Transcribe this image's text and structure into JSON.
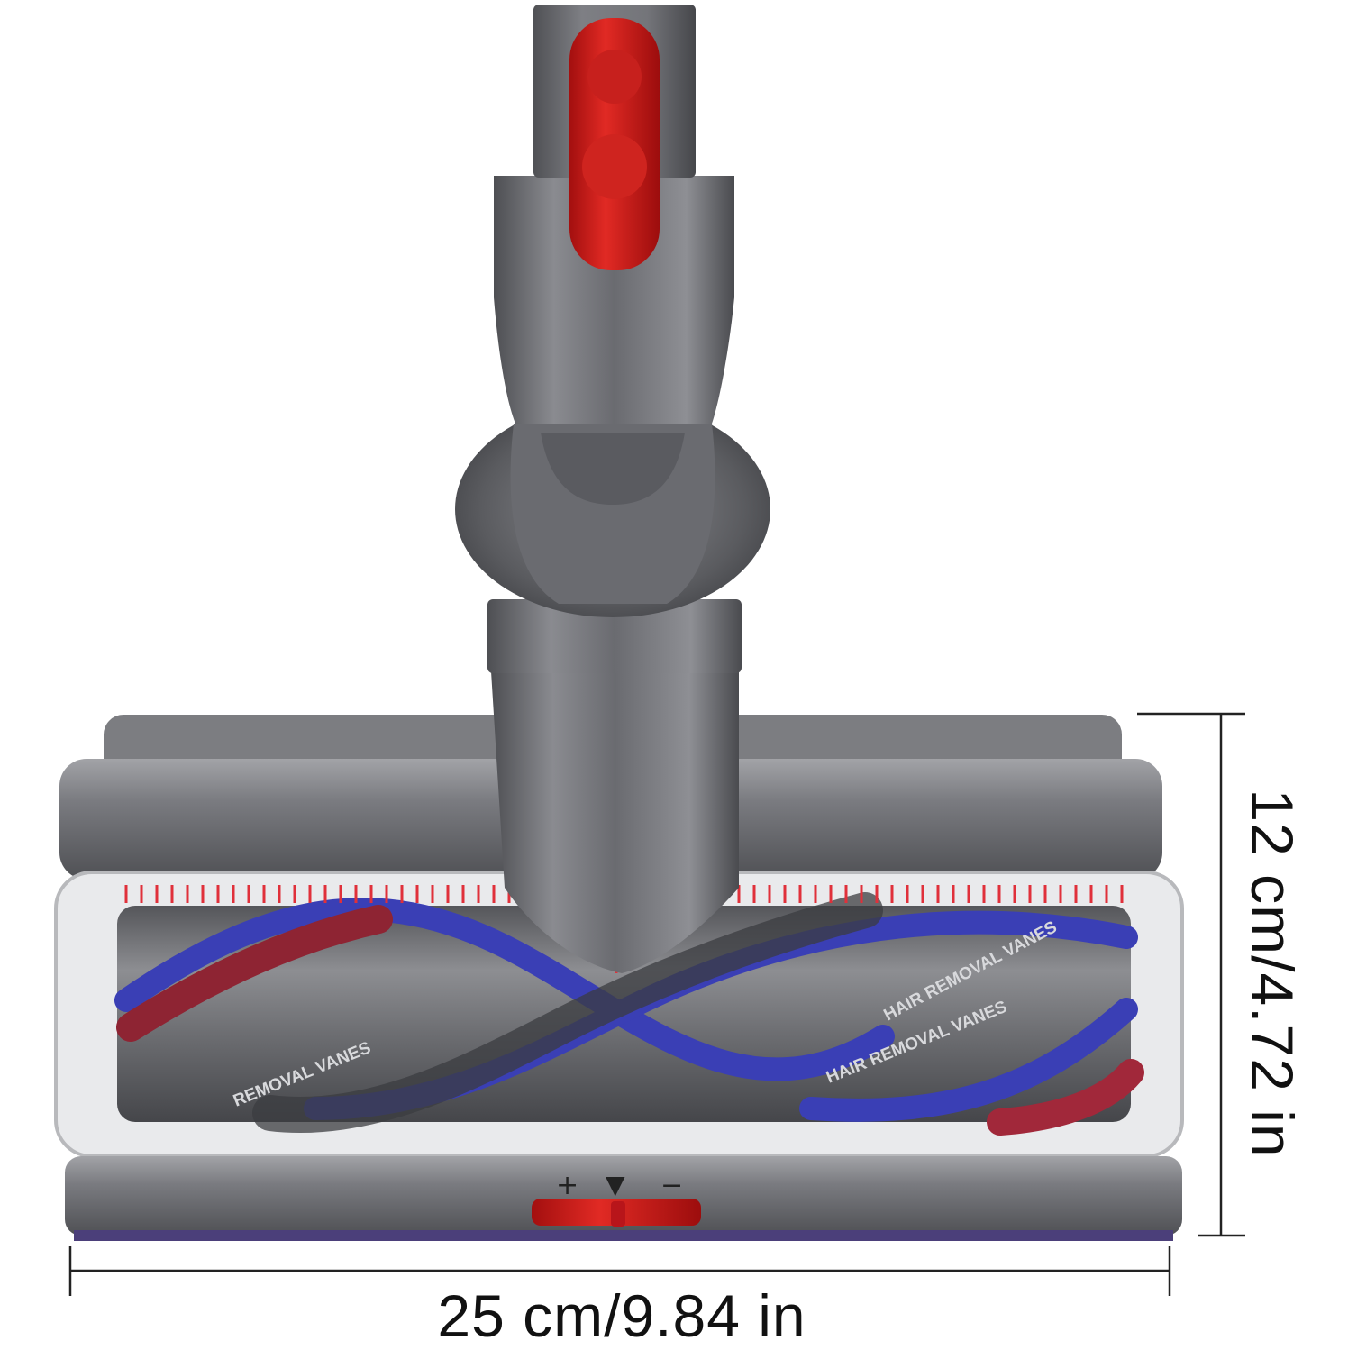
{
  "product": {
    "vane_label_left": "REMOVAL VANES",
    "vane_label_center": "HAIR REMOVAL VANES",
    "vane_label_right": "HAIR REMOVAL VANES",
    "adjuster_plus": "+",
    "adjuster_arrow": "▼",
    "adjuster_minus": "−"
  },
  "dimensions": {
    "width": "25 cm/9.84 in",
    "height": "12 cm/4.72 in"
  },
  "colors": {
    "body_gray": "#6f7074",
    "accent_red": "#d81f1f",
    "vane_blue": "#3a3fb5",
    "bristle_red": "#e0303a"
  }
}
